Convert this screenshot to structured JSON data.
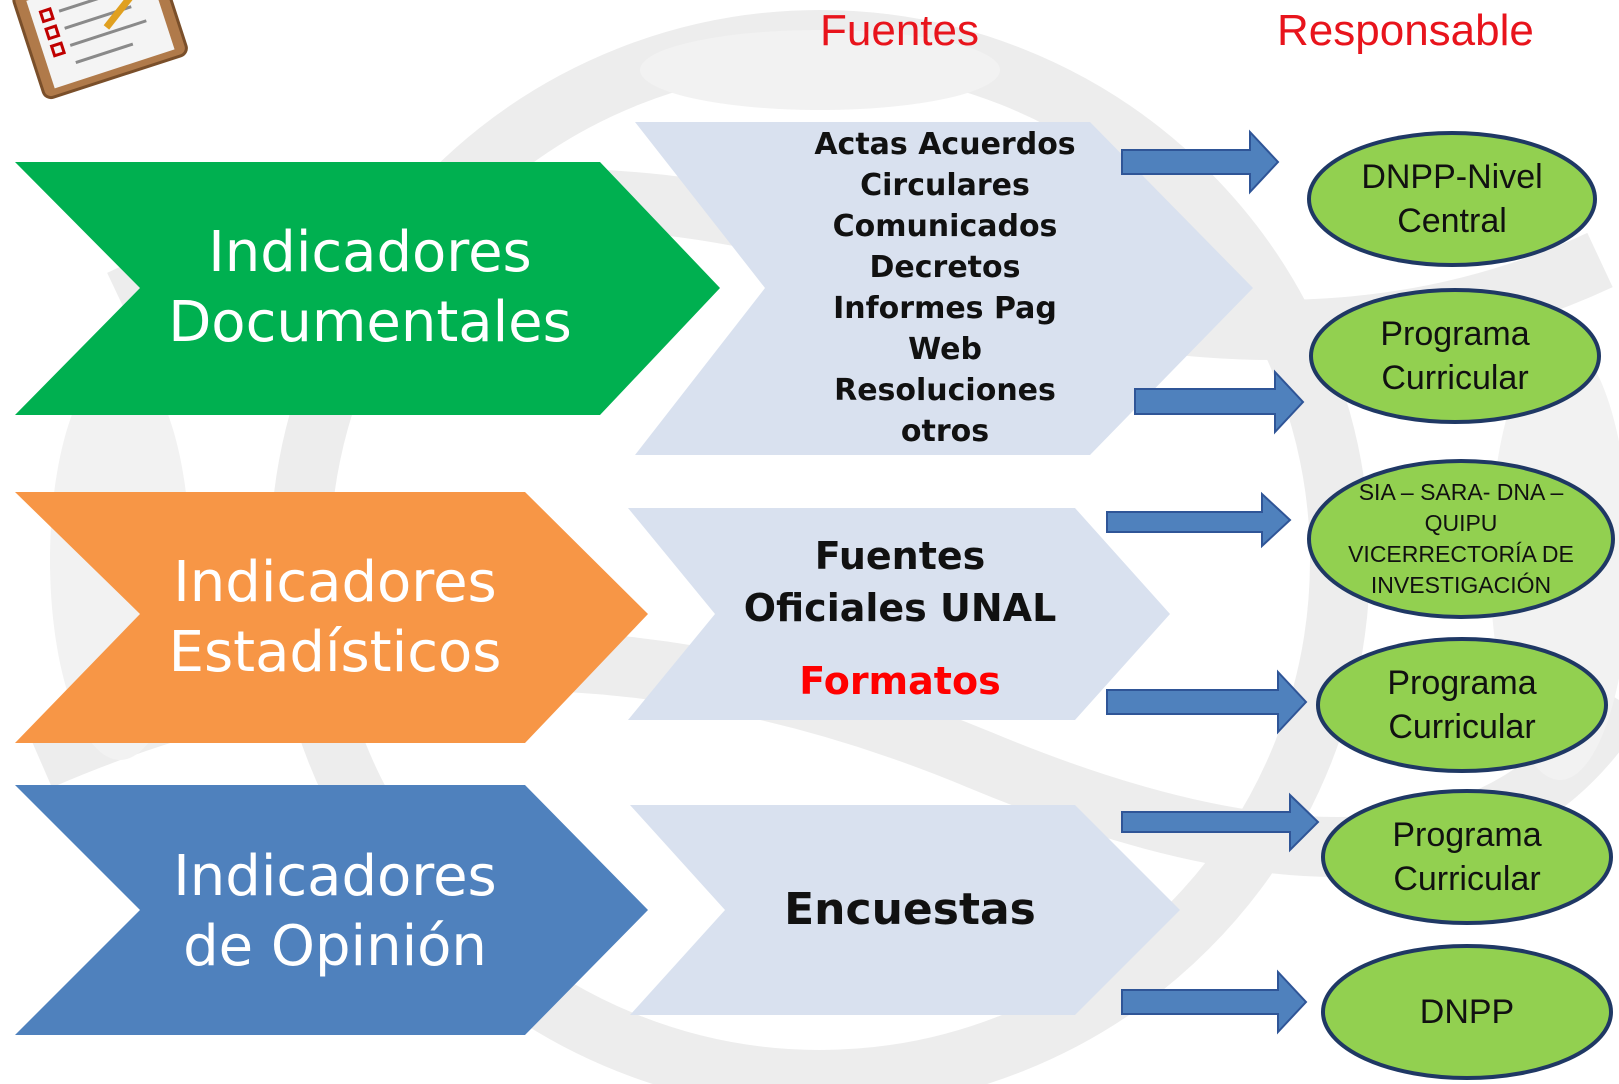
{
  "headers": {
    "sources": "Fuentes",
    "responsible": "Responsable"
  },
  "indicators": [
    {
      "label": "Indicadores\nDocumentales",
      "color": "#00b050"
    },
    {
      "label": "Indicadores\nEstadísticos",
      "color": "#f79646"
    },
    {
      "label": "Indicadores\nde Opinión",
      "color": "#4f81bd"
    }
  ],
  "sources": [
    {
      "text": "Actas  Acuerdos\nCirculares\nComunicados\nDecretos\nInformes Pag\nWeb\nResoluciones\notros"
    },
    {
      "text": "Fuentes\nOficiales UNAL",
      "highlight": "Formatos",
      "highlight_color": "#ff0000"
    },
    {
      "text": "Encuestas"
    }
  ],
  "responsibles": [
    {
      "label": "DNPP-Nivel\nCentral"
    },
    {
      "label": "Programa\nCurricular"
    },
    {
      "label": "SIA – SARA- DNA –\nQUIPU\nVICERRECTORÍA DE\nINVESTIGACIÓN"
    },
    {
      "label": "Programa\nCurricular"
    },
    {
      "label": "Programa\nCurricular"
    },
    {
      "label": "DNPP"
    }
  ],
  "colors": {
    "header_text": "#e8141c",
    "source_chevron": "#d9e1ef",
    "arrow_fill": "#4f81bd",
    "arrow_stroke": "#2f5597",
    "ellipse_fill": "#92d050",
    "ellipse_stroke": "#1f3864"
  },
  "icons": {
    "top_left": "clipboard-checklist-icon"
  }
}
